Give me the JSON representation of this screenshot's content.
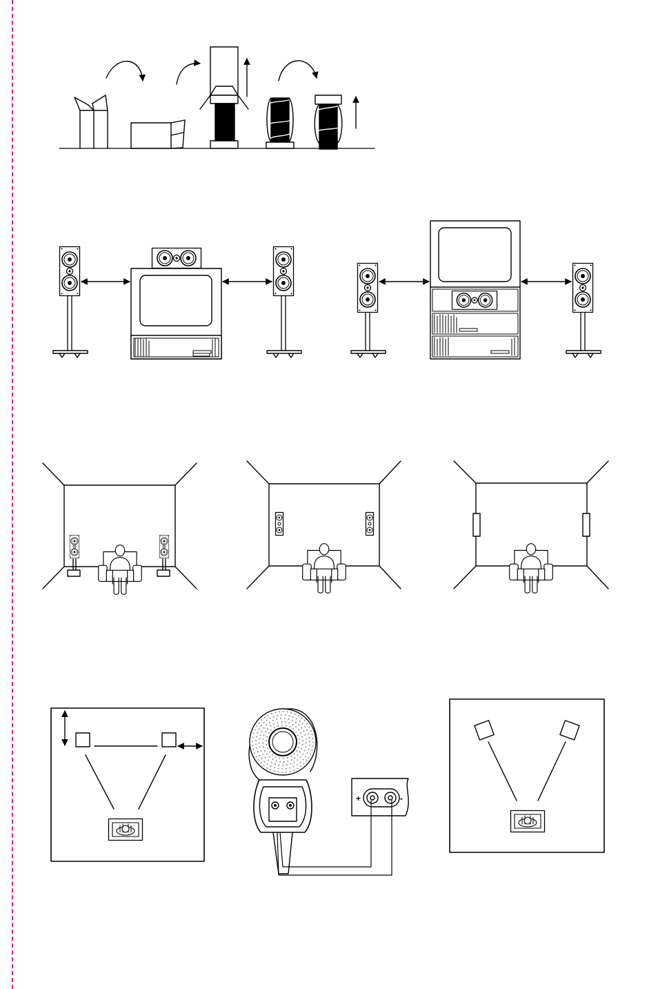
{
  "colors": {
    "ink": "#000000",
    "paper": "#ffffff",
    "grille": "#888888",
    "cut_line": "#d0267a"
  },
  "terminals": {
    "plus_label": "+",
    "minus_label": "-"
  },
  "figures": [
    {
      "id": "unpacking-sequence",
      "depicts": "box-flip-and-lift-steps"
    },
    {
      "id": "tv-placement-stands",
      "depicts": "left-right-stands-center-on-tv"
    },
    {
      "id": "tv-placement-cabinet",
      "depicts": "stands-beside-cabinet-center-in-shelf"
    },
    {
      "id": "room-floor-stands",
      "depicts": "listener-with-floor-stand-speakers"
    },
    {
      "id": "room-wall-mount",
      "depicts": "listener-with-wall-mounted-speakers"
    },
    {
      "id": "room-in-wall",
      "depicts": "listener-with-in-wall-speakers"
    },
    {
      "id": "top-view-spacing",
      "depicts": "wall-distance-arrows"
    },
    {
      "id": "terminal-wiring",
      "depicts": "speaker-rear-to-amplifier"
    },
    {
      "id": "top-view-toe-in",
      "depicts": "angled-speakers-toward-listener"
    }
  ]
}
